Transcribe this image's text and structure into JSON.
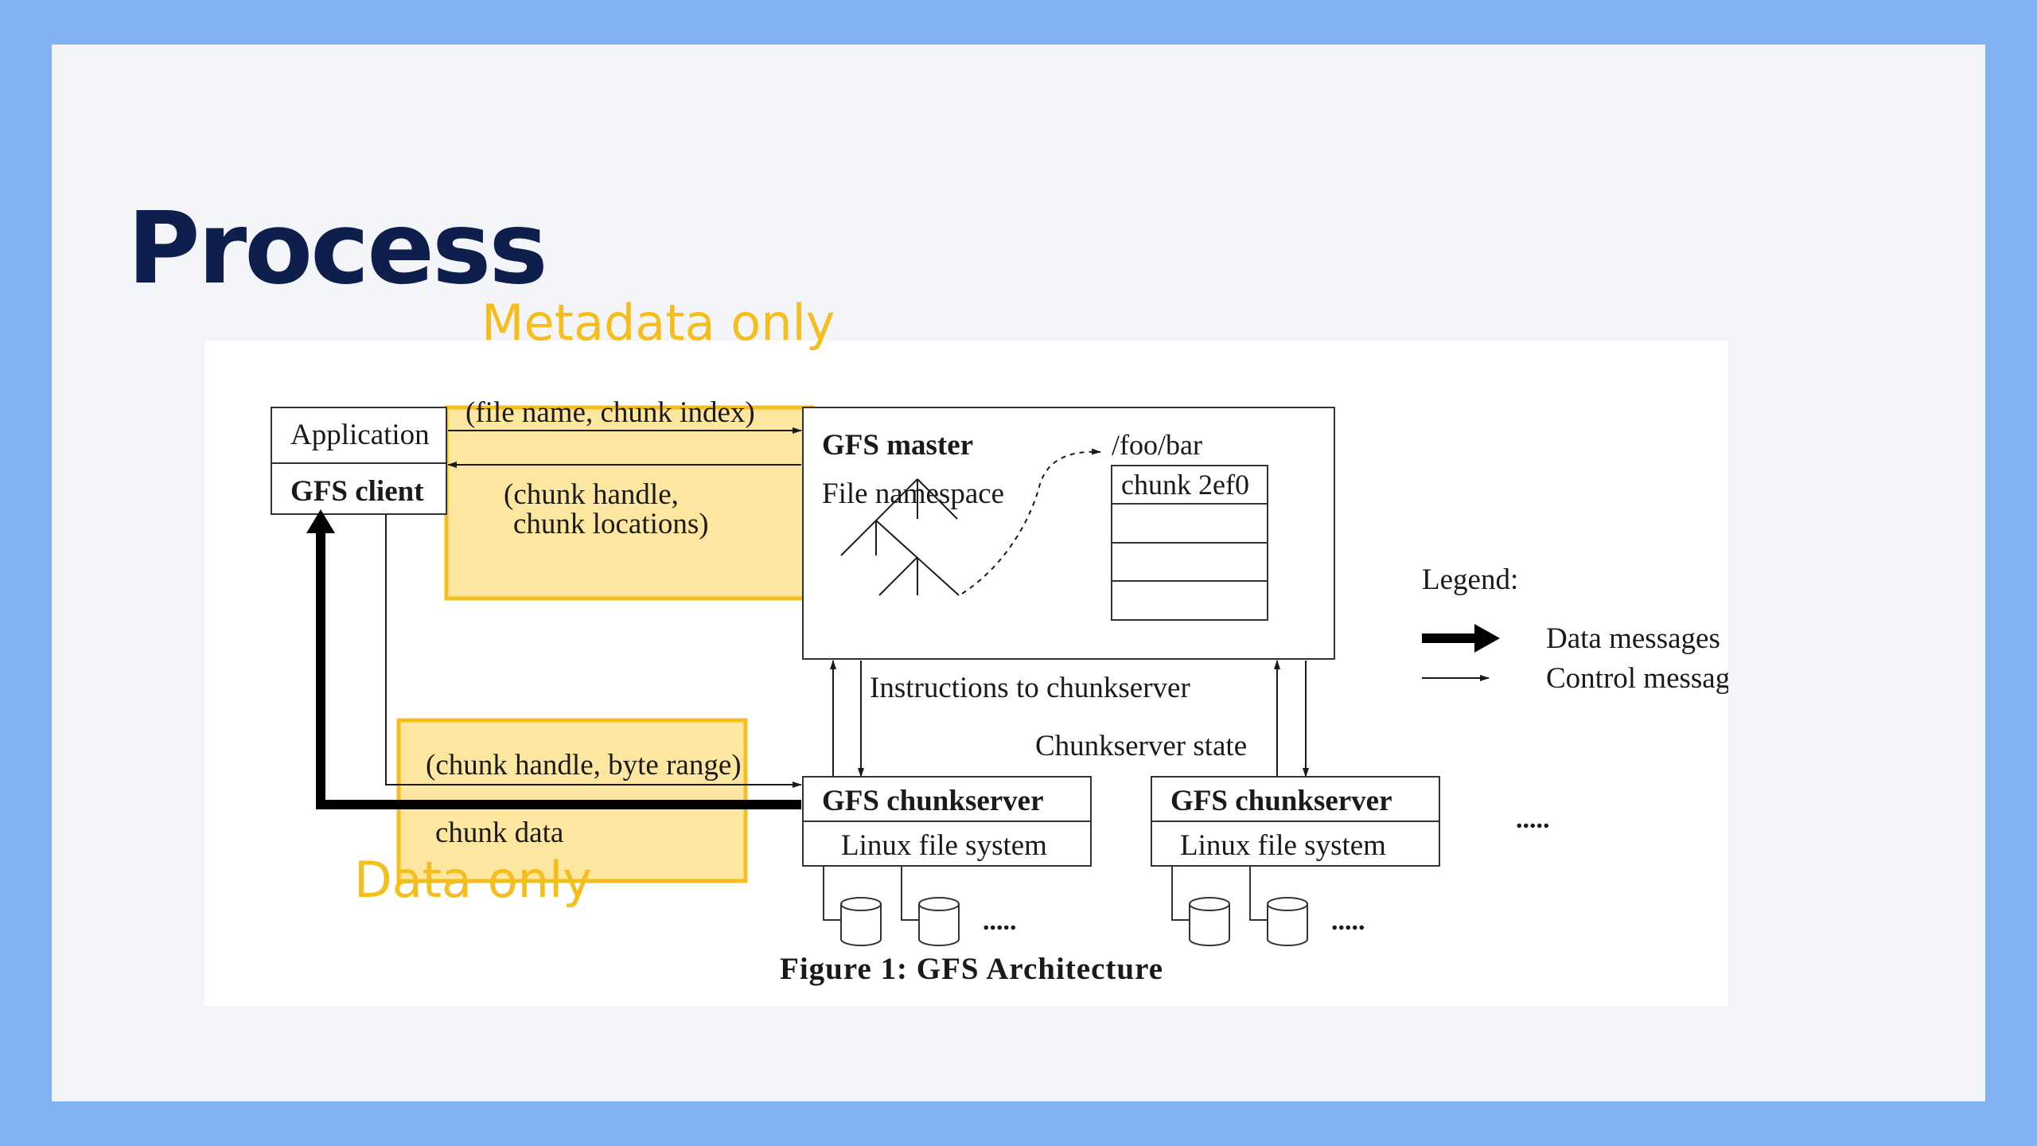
{
  "slide": {
    "title": "Process",
    "callouts": {
      "metadata": "Metadata only",
      "data": "Data only"
    },
    "colors": {
      "background": "#82b1f3",
      "slide": "#f3f5f8",
      "title": "#0f1f4d",
      "highlight_border": "#f5be1d",
      "highlight_fill": "#fde7a0"
    }
  },
  "diagram": {
    "client": {
      "application": "Application",
      "gfs_client": "GFS client"
    },
    "master": {
      "title": "GFS master",
      "namespace": "File namespace",
      "path": "/foo/bar",
      "chunk": "chunk 2ef0"
    },
    "messages": {
      "request": "(file name, chunk index)",
      "reply_line1": "(chunk handle,",
      "reply_line2": "chunk locations)",
      "data_request": "(chunk handle, byte range)",
      "data_reply": "chunk data",
      "instructions": "Instructions to chunkserver",
      "state": "Chunkserver state"
    },
    "chunkservers": [
      {
        "title": "GFS chunkserver",
        "fs": "Linux file system",
        "more": "....."
      },
      {
        "title": "GFS chunkserver",
        "fs": "Linux file system",
        "more": "....."
      }
    ],
    "more_servers": ".....",
    "legend": {
      "title": "Legend:",
      "data": "Data messages",
      "control": "Control messages"
    },
    "caption": "Figure 1:  GFS Architecture"
  }
}
